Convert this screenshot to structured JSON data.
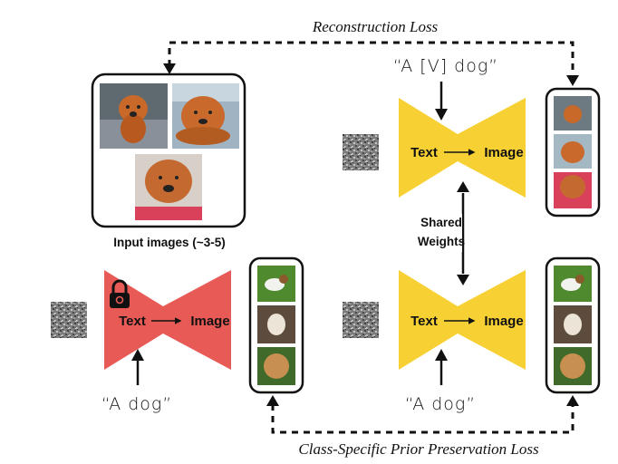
{
  "losses": {
    "top": "Reconstruction Loss",
    "bottom": "Class-Specific Prior Preservation Loss"
  },
  "input_images_label": "Input images (~3-5)",
  "shared_weights": {
    "line1": "Shared",
    "line2": "Weights"
  },
  "models": {
    "frozen": {
      "text": "Text",
      "image": "Image",
      "prompt": "“A dog”",
      "color": "#e85a56"
    },
    "finetune_top": {
      "text": "Text",
      "image": "Image",
      "prompt": "“A [V] dog”",
      "color": "#f7d033"
    },
    "finetune_bottom": {
      "text": "Text",
      "image": "Image",
      "prompt": "“A dog”",
      "color": "#f7d033"
    }
  },
  "icons": [
    "lock-icon",
    "noise-icon",
    "chow-chow-photo",
    "dog-photo"
  ]
}
